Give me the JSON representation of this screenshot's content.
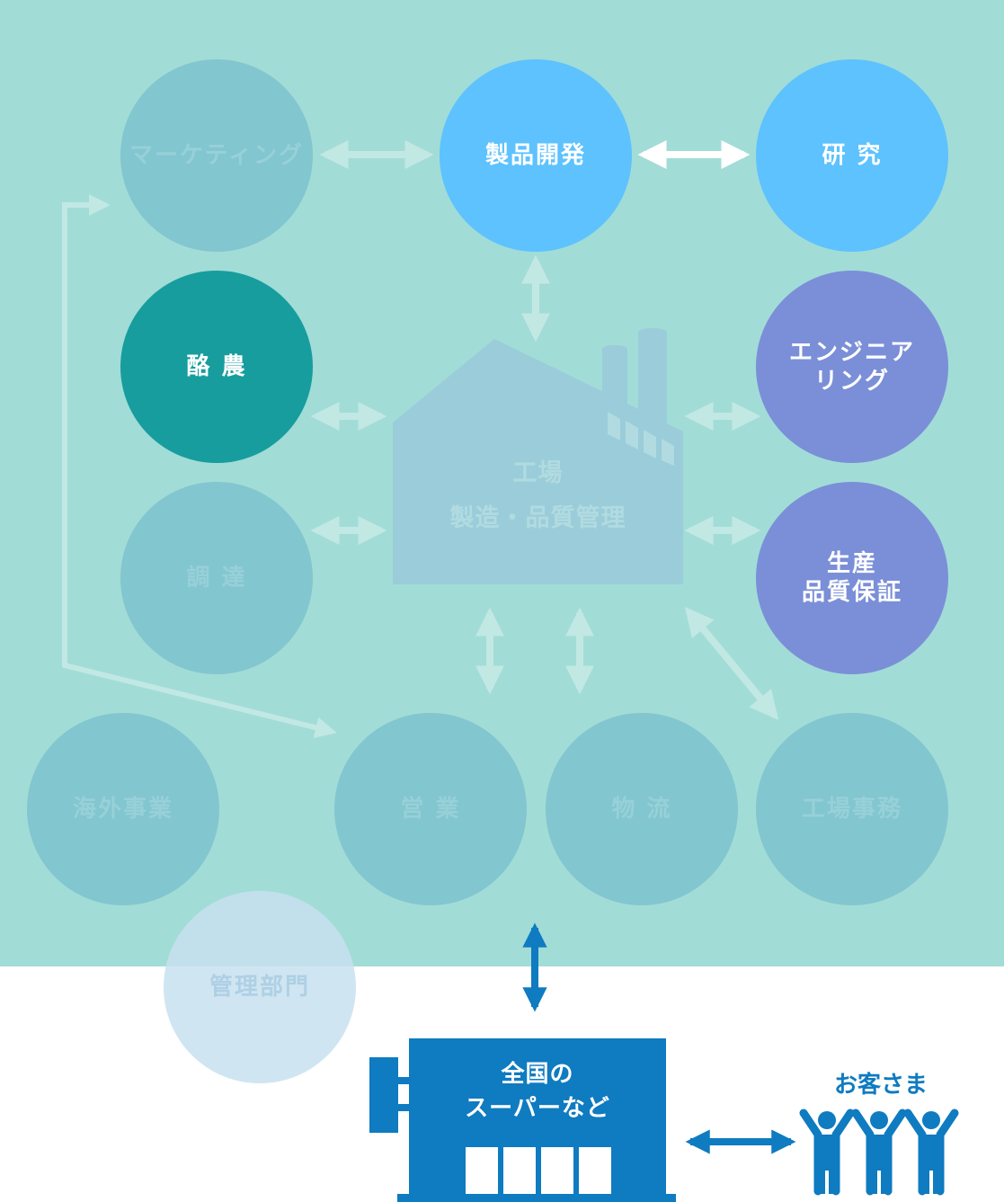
{
  "nodes": {
    "marketing": "マーケティング",
    "product_dev": "製品開発",
    "research": "研 究",
    "dairy": "酪 農",
    "engineering": "エンジニア\nリング",
    "procurement": "調 達",
    "production_qa": "生産\n品質保証",
    "overseas": "海外事業",
    "sales": "営 業",
    "logistics": "物 流",
    "factory_office": "工場事務",
    "admin": "管理部門"
  },
  "factory": {
    "title": "工場",
    "subtitle": "製造・品質管理"
  },
  "store": {
    "label": "全国の\nスーパーなど"
  },
  "customers": {
    "label": "お客さま"
  },
  "colors": {
    "background_teal": "#a2dcd7",
    "faded_circle": "#82c6cf",
    "highlight_blue": "#5dc2fe",
    "dairy_teal": "#179d9e",
    "purple": "#7b8fd8",
    "store_blue": "#0f7bc0"
  }
}
